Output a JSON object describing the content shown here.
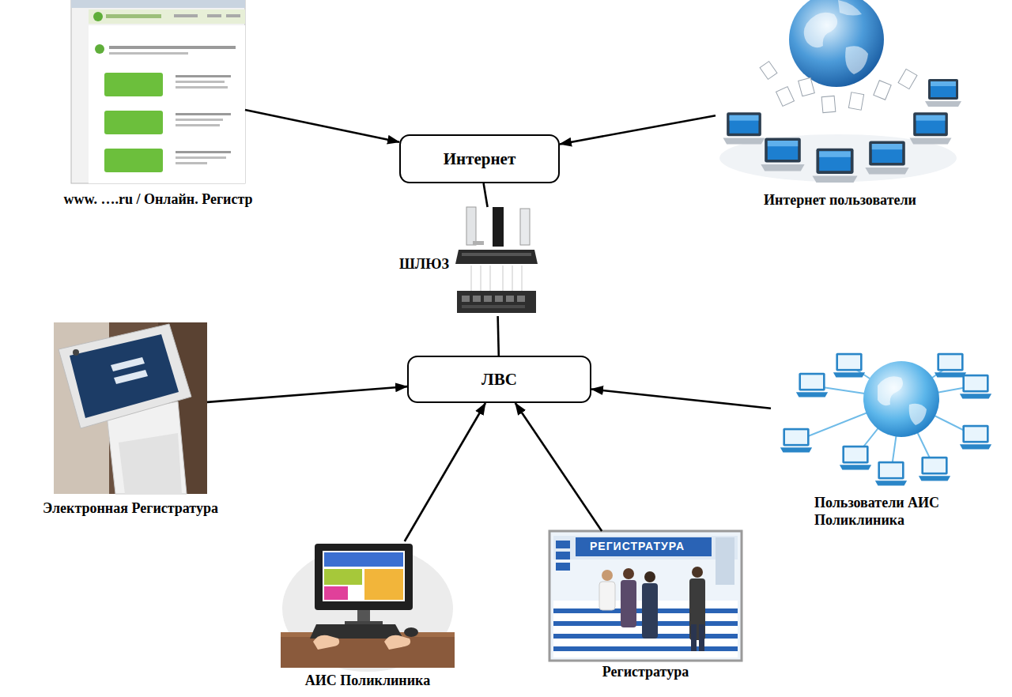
{
  "diagram": {
    "nodes": [
      {
        "text": [
          "www. ….ru / Онлайн. Регистр"
        ]
      },
      {
        "text": [
          "Интернет"
        ]
      },
      {
        "text": [
          "Интернет пользователи"
        ]
      },
      {
        "text": [
          "ШЛЮЗ"
        ]
      },
      {
        "text": [
          "ЛВС"
        ]
      },
      {
        "text": [
          "Электронная Регистратура"
        ]
      },
      {
        "text": [
          "Пользователи АИС Поликлиника"
        ]
      },
      {
        "text": [
          "АИС Поликлиника"
        ]
      },
      {
        "text": [
          "Регистратура"
        ]
      }
    ],
    "edges": [
      {
        "from": 0,
        "to": 1,
        "arrow": "to"
      },
      {
        "from": 2,
        "to": 1,
        "arrow": "to"
      },
      {
        "from": 1,
        "to": 3,
        "arrow": "none"
      },
      {
        "from": 3,
        "to": 4,
        "arrow": "none"
      },
      {
        "from": 5,
        "to": 4,
        "arrow": "to"
      },
      {
        "from": 7,
        "to": 4,
        "arrow": "to"
      },
      {
        "from": 8,
        "to": 4,
        "arrow": "to"
      },
      {
        "from": 6,
        "to": 4,
        "arrow": "to"
      }
    ],
    "labels": [
      "РЕГИСТРАТУРА"
    ]
  }
}
